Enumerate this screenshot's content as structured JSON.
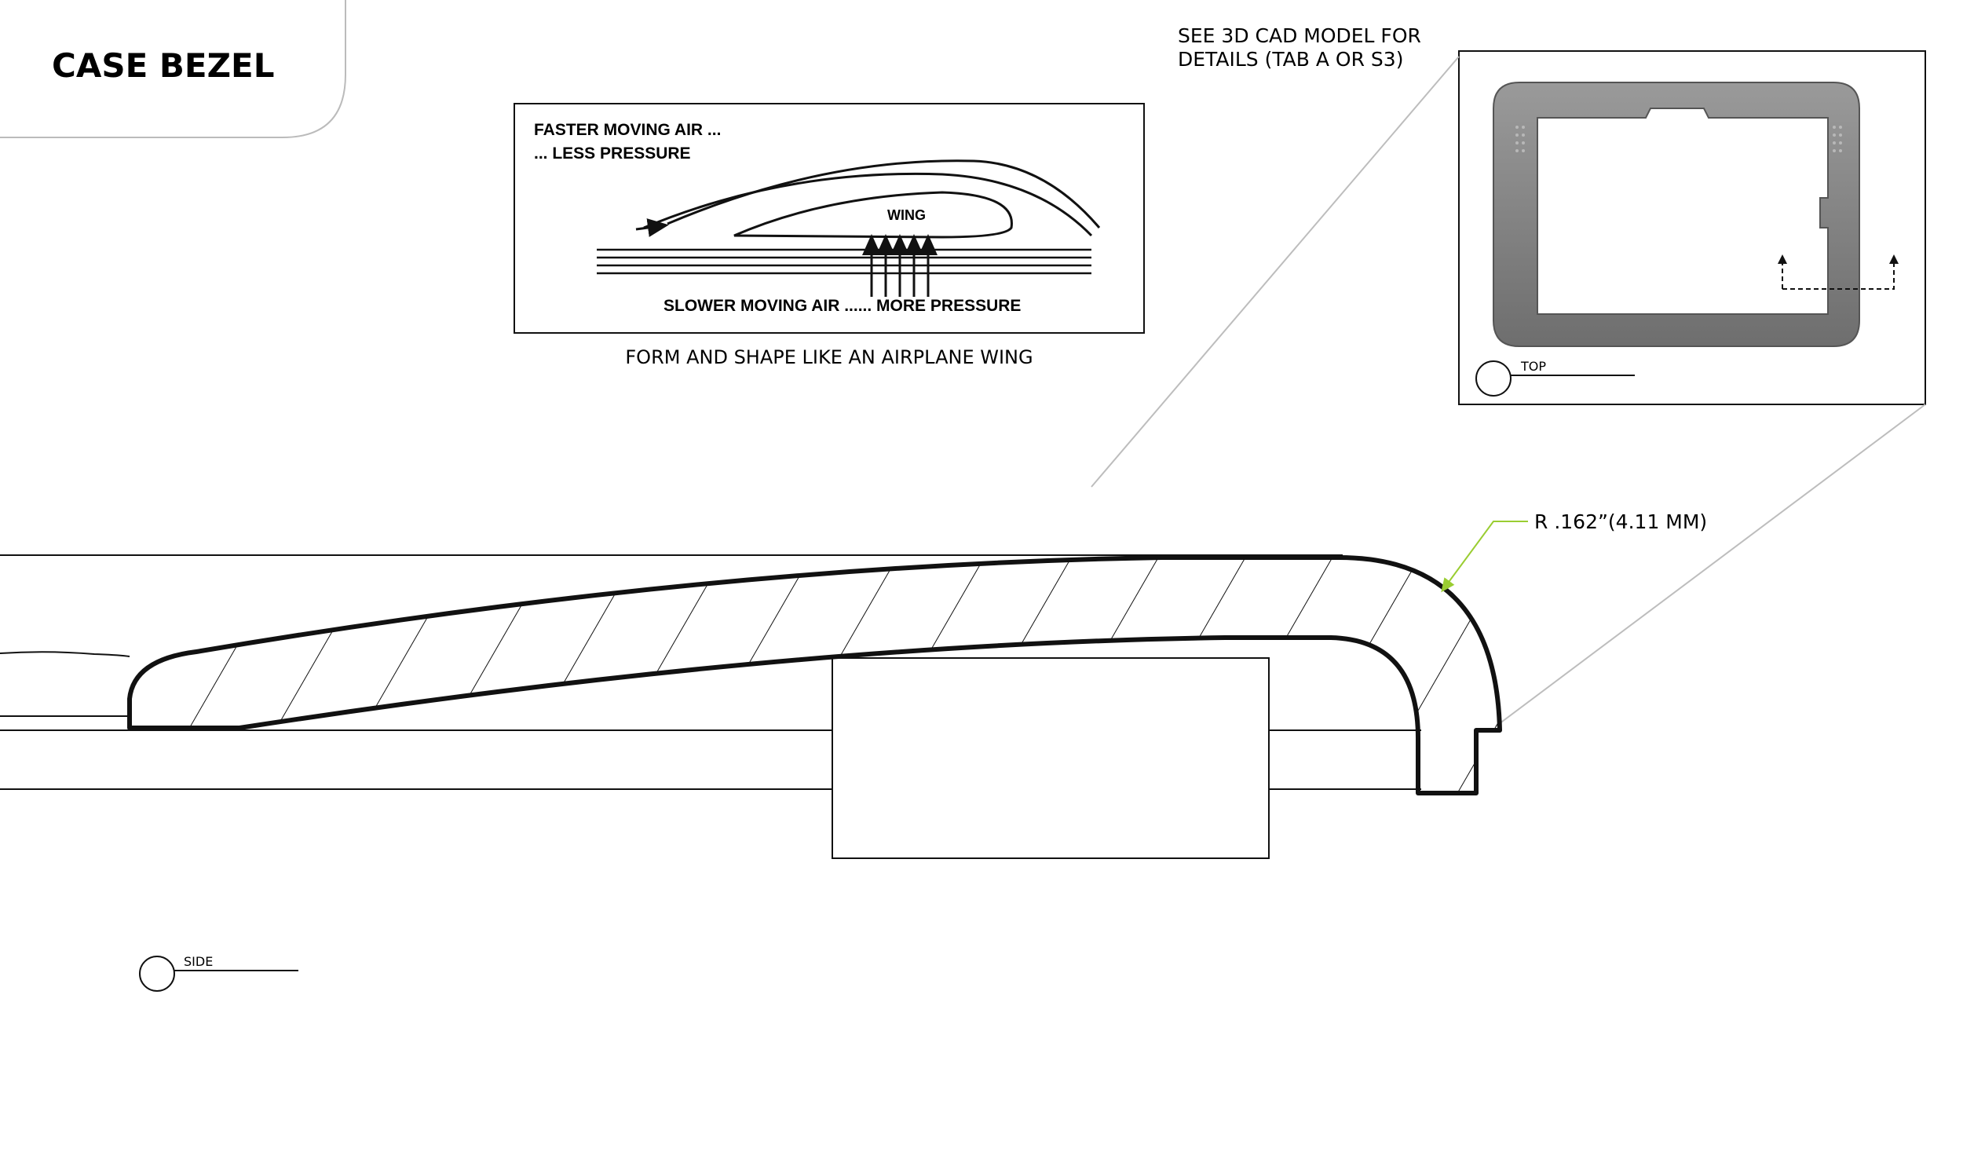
{
  "sheet": {
    "title": "CASE BEZEL",
    "accent_color": "#9ACD32",
    "line_color": "#111111"
  },
  "wing_inset": {
    "line1": "FASTER MOVING AIR ...",
    "line2": "... LESS PRESSURE",
    "wing_label": "WING",
    "bottom_label": "SLOWER MOVING AIR ...... MORE PRESSURE",
    "caption": "FORM AND SHAPE LIKE AN AIRPLANE WING"
  },
  "top_view": {
    "note_line1": "SEE 3D CAD MODEL FOR",
    "note_line2": "DETAILS (TAB A OR S3)",
    "view_label": "TOP",
    "frame_color": "#7f7f7f"
  },
  "side_view": {
    "radius_callout": "R .162”(4.11 MM)",
    "view_label": "SIDE"
  }
}
